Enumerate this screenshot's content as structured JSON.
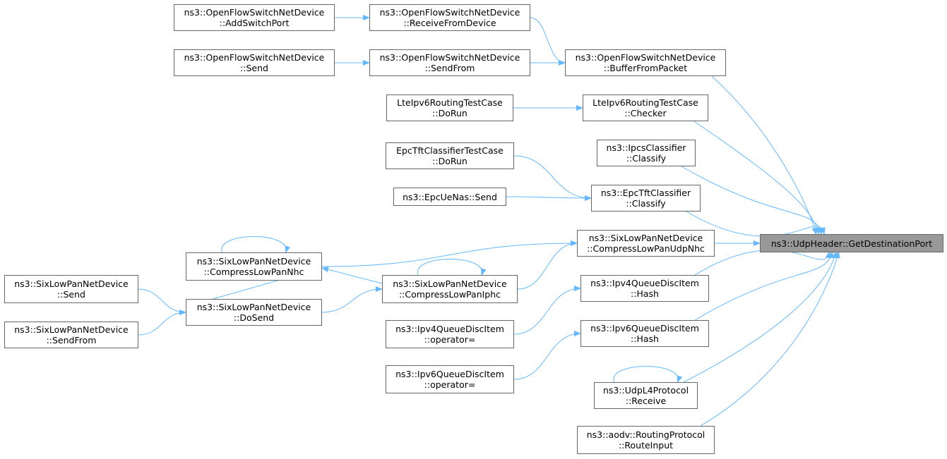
{
  "graph": {
    "edge_color": "#63b8ff",
    "node_border_color": "#666666",
    "target_fill_color": "#999999",
    "nodes": [
      {
        "id": "target",
        "lines": [
          "ns3::UdpHeader::GetDestinationPort"
        ],
        "target": true
      },
      {
        "id": "ofs_add_port",
        "lines": [
          "ns3::OpenFlowSwitchNetDevice",
          "::AddSwitchPort"
        ]
      },
      {
        "id": "ofs_recv_dev",
        "lines": [
          "ns3::OpenFlowSwitchNetDevice",
          "::ReceiveFromDevice"
        ]
      },
      {
        "id": "ofs_send",
        "lines": [
          "ns3::OpenFlowSwitchNetDevice",
          "::Send"
        ]
      },
      {
        "id": "ofs_sendfrom",
        "lines": [
          "ns3::OpenFlowSwitchNetDevice",
          "::SendFrom"
        ]
      },
      {
        "id": "ofs_buffer",
        "lines": [
          "ns3::OpenFlowSwitchNetDevice",
          "::BufferFromPacket"
        ]
      },
      {
        "id": "lte_dorun",
        "lines": [
          "LteIpv6RoutingTestCase",
          "::DoRun"
        ]
      },
      {
        "id": "lte_checker",
        "lines": [
          "LteIpv6RoutingTestCase",
          "::Checker"
        ]
      },
      {
        "id": "ipcs_classify",
        "lines": [
          "ns3::IpcsClassifier",
          "::Classify"
        ]
      },
      {
        "id": "epctft_dorun",
        "lines": [
          "EpcTftClassifierTestCase",
          "::DoRun"
        ]
      },
      {
        "id": "epcue_send",
        "lines": [
          "ns3::EpcUeNas::Send"
        ]
      },
      {
        "id": "epctft_classify",
        "lines": [
          "ns3::EpcTftClassifier",
          "::Classify"
        ]
      },
      {
        "id": "sixlow_nhc",
        "lines": [
          "ns3::SixLowPanNetDevice",
          "::CompressLowPanNhc"
        ]
      },
      {
        "id": "sixlow_udpnhc",
        "lines": [
          "ns3::SixLowPanNetDevice",
          "::CompressLowPanUdpNhc"
        ]
      },
      {
        "id": "sixlow_iphc",
        "lines": [
          "ns3::SixLowPanNetDevice",
          "::CompressLowPanIphc"
        ]
      },
      {
        "id": "sixlow_send",
        "lines": [
          "ns3::SixLowPanNetDevice",
          "::Send"
        ]
      },
      {
        "id": "sixlow_dosend",
        "lines": [
          "ns3::SixLowPanNetDevice",
          "::DoSend"
        ]
      },
      {
        "id": "sixlow_sendfrom",
        "lines": [
          "ns3::SixLowPanNetDevice",
          "::SendFrom"
        ]
      },
      {
        "id": "ipv4_hash",
        "lines": [
          "ns3::Ipv4QueueDiscItem",
          "::Hash"
        ]
      },
      {
        "id": "ipv4_op",
        "lines": [
          "ns3::Ipv4QueueDiscItem",
          "::operator="
        ]
      },
      {
        "id": "ipv6_hash",
        "lines": [
          "ns3::Ipv6QueueDiscItem",
          "::Hash"
        ]
      },
      {
        "id": "ipv6_op",
        "lines": [
          "ns3::Ipv6QueueDiscItem",
          "::operator="
        ]
      },
      {
        "id": "udpl4_receive",
        "lines": [
          "ns3::UdpL4Protocol",
          "::Receive"
        ]
      },
      {
        "id": "aodv_route",
        "lines": [
          "ns3::aodv::RoutingProtocol",
          "::RouteInput"
        ]
      }
    ],
    "edges": [
      [
        "ofs_add_port",
        "ofs_recv_dev"
      ],
      [
        "ofs_recv_dev",
        "ofs_buffer"
      ],
      [
        "ofs_send",
        "ofs_sendfrom"
      ],
      [
        "ofs_sendfrom",
        "ofs_buffer"
      ],
      [
        "ofs_buffer",
        "target"
      ],
      [
        "lte_dorun",
        "lte_checker"
      ],
      [
        "lte_checker",
        "target"
      ],
      [
        "ipcs_classify",
        "target"
      ],
      [
        "epctft_dorun",
        "epctft_classify"
      ],
      [
        "epcue_send",
        "epctft_classify"
      ],
      [
        "epctft_classify",
        "target"
      ],
      [
        "sixlow_nhc",
        "sixlow_udpnhc"
      ],
      [
        "sixlow_nhc",
        "sixlow_nhc"
      ],
      [
        "sixlow_iphc",
        "sixlow_nhc"
      ],
      [
        "sixlow_iphc",
        "sixlow_iphc"
      ],
      [
        "sixlow_iphc",
        "sixlow_udpnhc"
      ],
      [
        "sixlow_dosend",
        "sixlow_nhc"
      ],
      [
        "sixlow_dosend",
        "sixlow_iphc"
      ],
      [
        "sixlow_send",
        "sixlow_dosend"
      ],
      [
        "sixlow_sendfrom",
        "sixlow_dosend"
      ],
      [
        "sixlow_udpnhc",
        "target"
      ],
      [
        "ipv4_op",
        "ipv4_hash"
      ],
      [
        "ipv4_hash",
        "target"
      ],
      [
        "ipv6_op",
        "ipv6_hash"
      ],
      [
        "ipv6_hash",
        "target"
      ],
      [
        "udpl4_receive",
        "udpl4_receive"
      ],
      [
        "udpl4_receive",
        "target"
      ],
      [
        "aodv_route",
        "target"
      ]
    ]
  }
}
